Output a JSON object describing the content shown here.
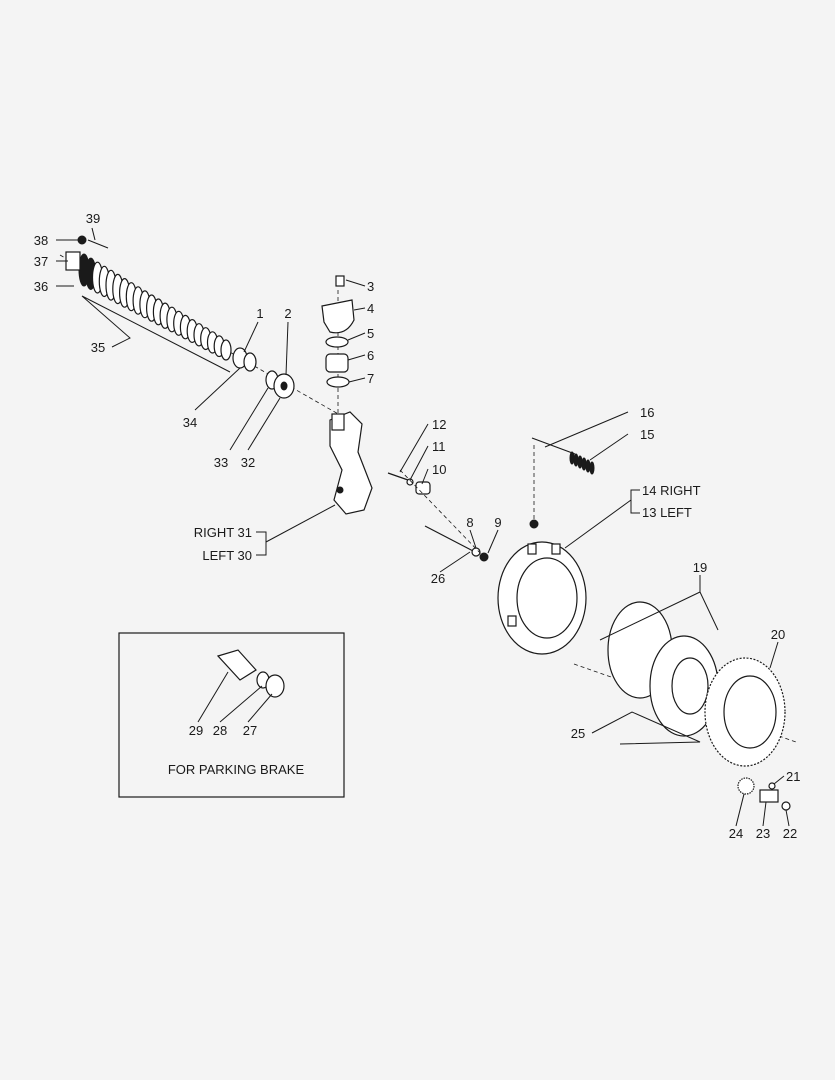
{
  "callouts": {
    "c1": "1",
    "c2": "2",
    "c3": "3",
    "c4": "4",
    "c5": "5",
    "c6": "6",
    "c7": "7",
    "c8": "8",
    "c9": "9",
    "c10": "10",
    "c11": "11",
    "c12": "12",
    "c14": "14 RIGHT",
    "c13": "13 LEFT",
    "c15": "15",
    "c16": "16",
    "c19": "19",
    "c20": "20",
    "c21": "21",
    "c22": "22",
    "c23": "23",
    "c24": "24",
    "c25": "25",
    "c26": "26",
    "c27": "27",
    "c28": "28",
    "c29": "29",
    "c31": "RIGHT 31",
    "c30": "LEFT 30",
    "c32": "32",
    "c33": "33",
    "c34": "34",
    "c35": "35",
    "c36": "36",
    "c37": "37",
    "c38": "38",
    "c39": "39"
  },
  "inset": {
    "caption": "FOR PARKING BRAKE"
  }
}
